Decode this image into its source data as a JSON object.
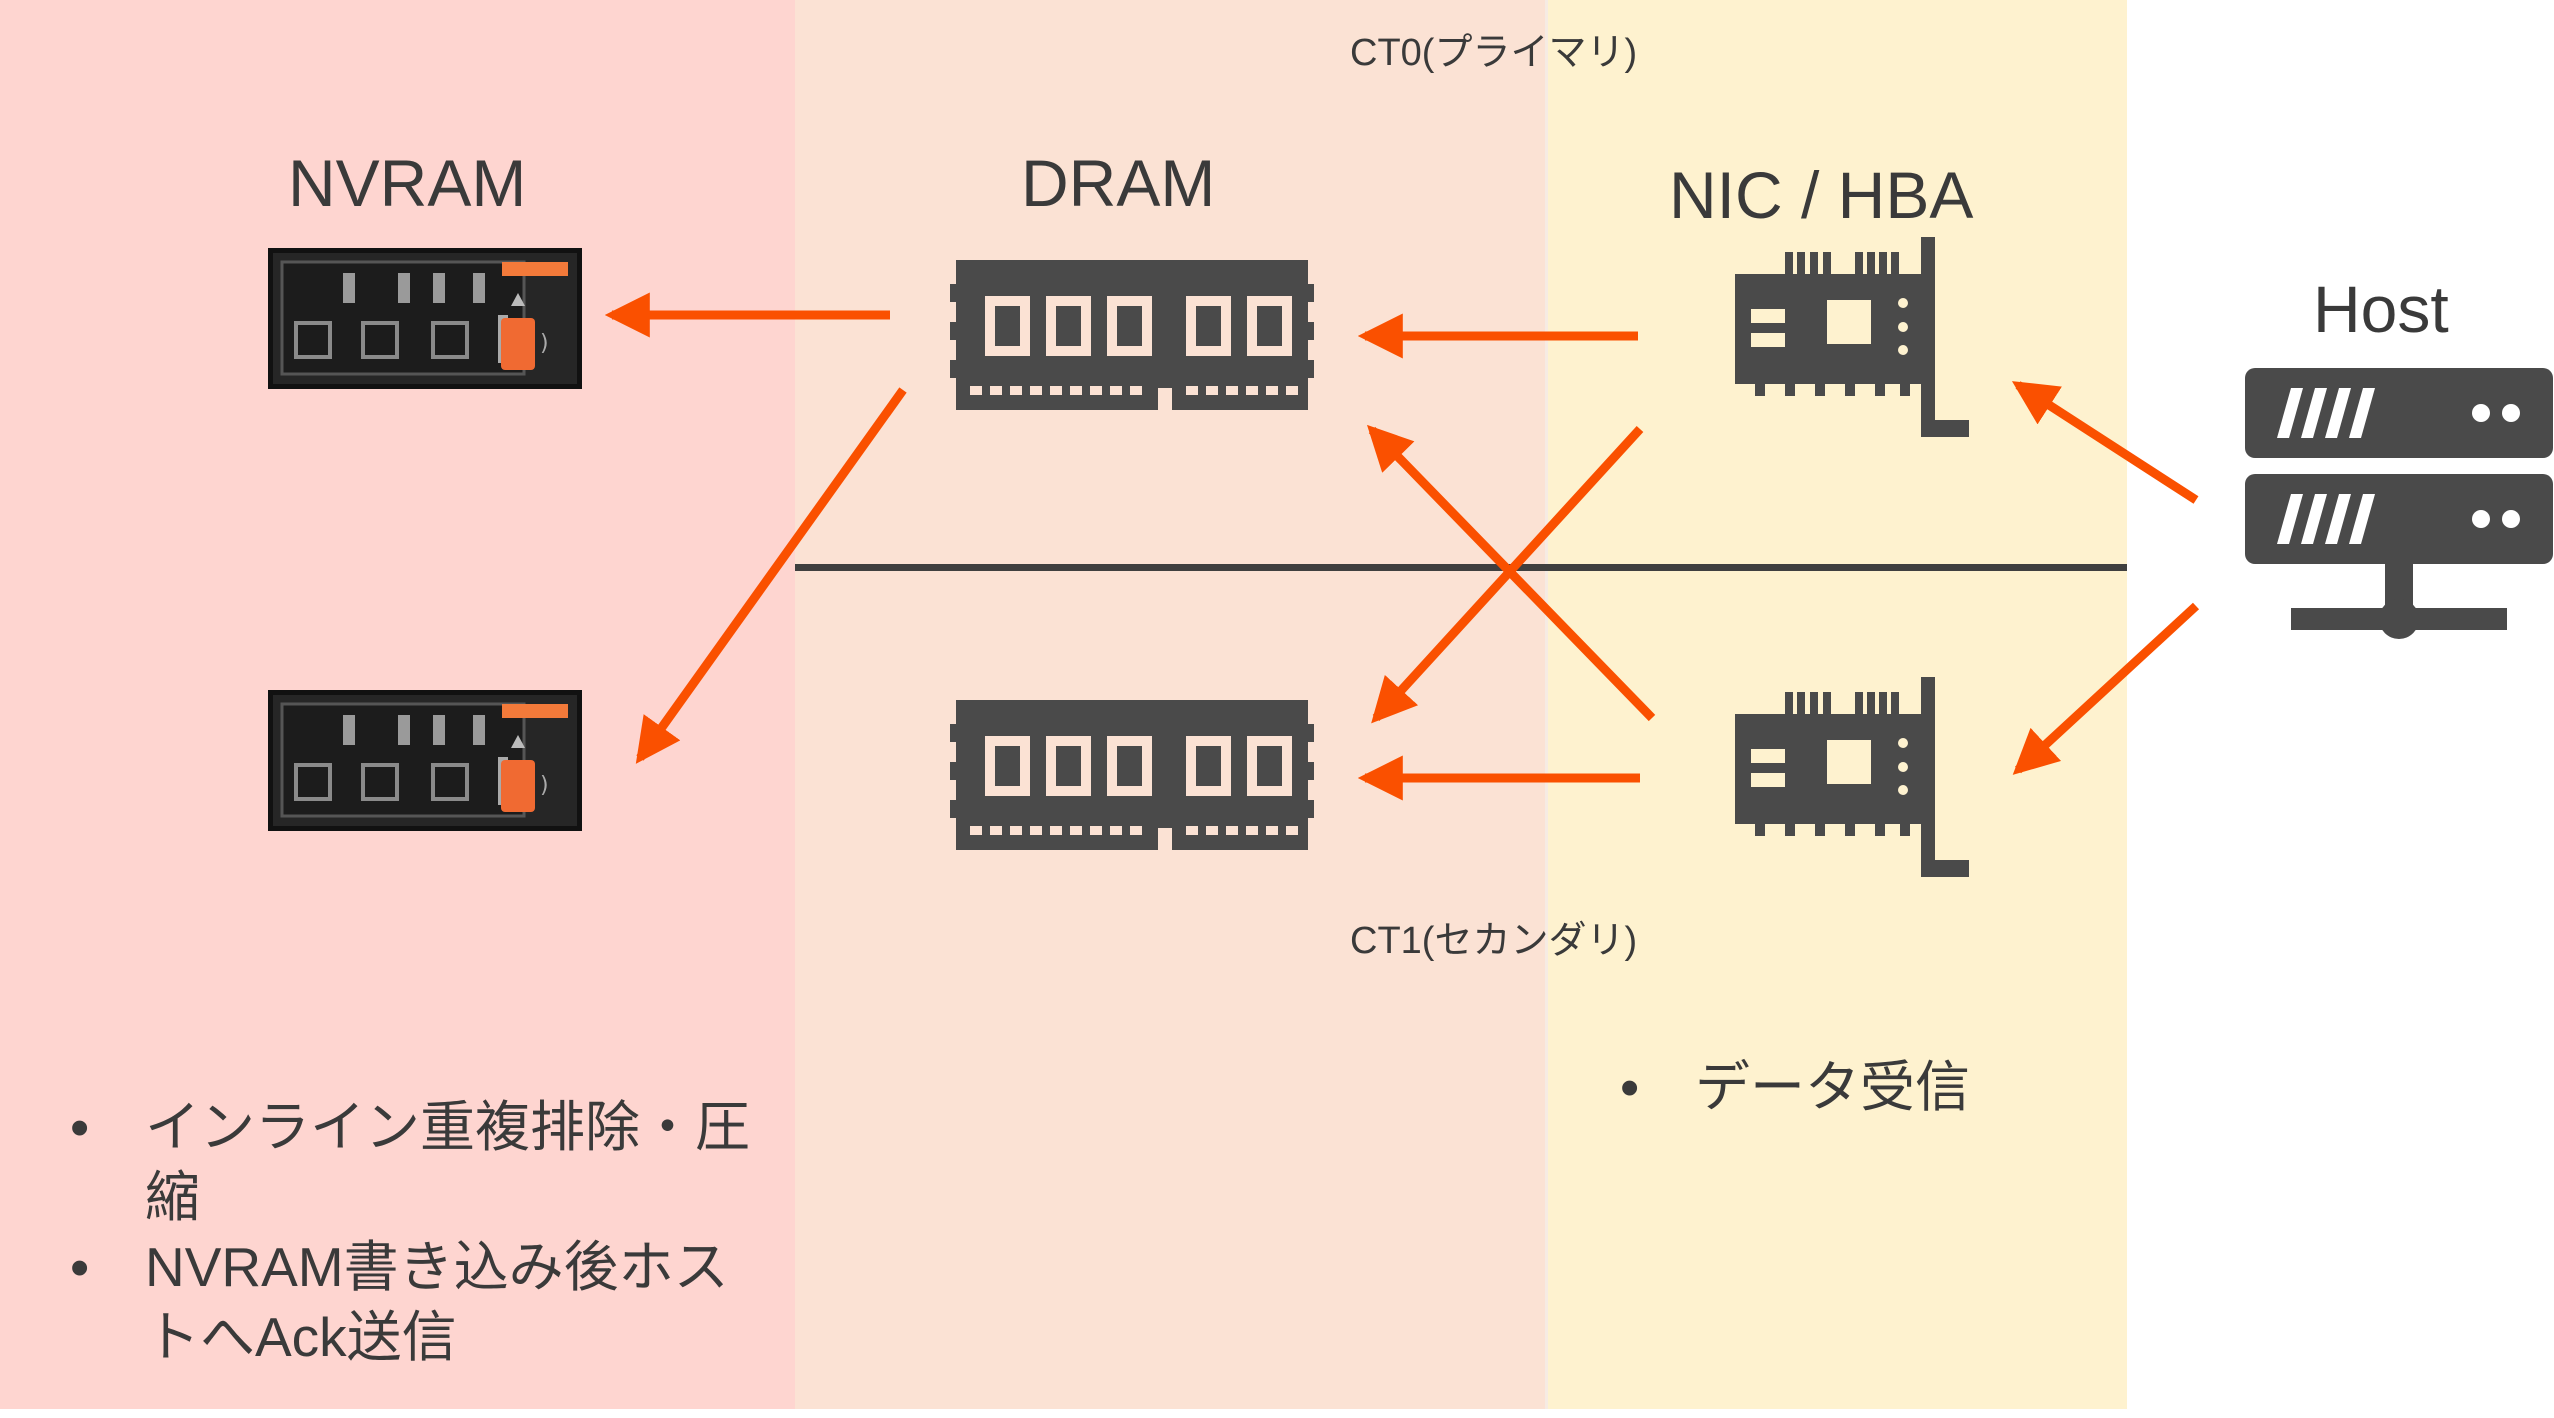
{
  "labels": {
    "ct0": "CT0(プライマリ)",
    "ct1": "CT1(セカンダリ)",
    "nvram": "NVRAM",
    "dram": "DRAM",
    "nic_hba": "NIC / HBA",
    "host": "Host"
  },
  "nvram_notes": [
    "インライン重複排除・圧縮",
    "NVRAM書き込み後ホストへAck送信"
  ],
  "nic_notes": [
    "データ受信"
  ],
  "icons": {
    "nvram_ct0": "nvram-module-icon",
    "nvram_ct1": "nvram-module-icon",
    "dram_ct0": "dram-module-icon",
    "dram_ct1": "dram-module-icon",
    "nic_ct0": "nic-card-icon",
    "nic_ct1": "nic-card-icon",
    "host": "server-icon"
  },
  "colors": {
    "zone_nvram": "#fed5d0",
    "zone_dram": "#fbe2d4",
    "zone_nic": "#fef2cf",
    "arrow": "#fa5000",
    "icon": "#4a4a4a"
  }
}
